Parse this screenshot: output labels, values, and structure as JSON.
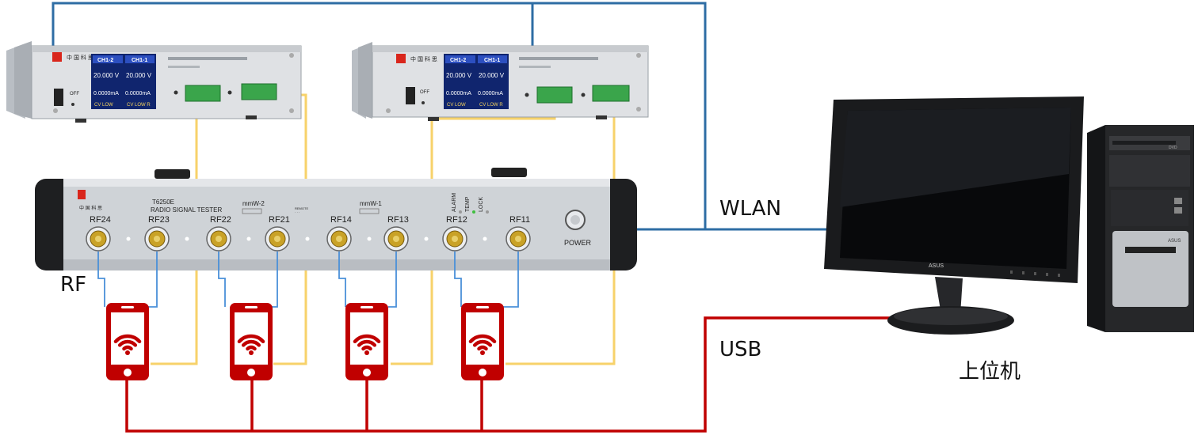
{
  "labels": {
    "wlan": "WLAN",
    "usb": "USB",
    "rf": "RF",
    "host": "上位机"
  },
  "tester": {
    "model": "T6250E",
    "name": "RADIO SIGNAL TESTER",
    "group_left": "mmW-2",
    "group_right": "mmW-1",
    "ports": [
      "RF24",
      "RF23",
      "RF22",
      "RF21",
      "RF14",
      "RF13",
      "RF12",
      "RF11"
    ],
    "indicators": [
      "ALARM",
      "TEMP",
      "LOCK"
    ],
    "power_label": "POWER"
  },
  "power_supplies": [
    {
      "ch_left": "CH1-2",
      "ch_right": "CH1-1",
      "volt_left": "20.000 V",
      "volt_right": "20.000 V",
      "curr_left": "0.0000mA",
      "curr_right": "0.0000mA",
      "mode_left": "CV  LOW",
      "mode_right": "CV  LOW  R",
      "off_label": "OFF"
    },
    {
      "ch_left": "CH1-2",
      "ch_right": "CH1-1",
      "volt_left": "20.000 V",
      "volt_right": "20.000 V",
      "curr_left": "0.0000mA",
      "curr_right": "0.0000mA",
      "mode_left": "CV  LOW",
      "mode_right": "CV  LOW  R",
      "off_label": "OFF"
    }
  ],
  "monitor_brand": "ASUS",
  "colors": {
    "wlan_line": "#2e6da4",
    "usb_line": "#c00000",
    "power_line": "#f7d26a",
    "rf_line": "#4a90d9",
    "phone": "#c00000",
    "lcd": "#1a3a9a"
  }
}
